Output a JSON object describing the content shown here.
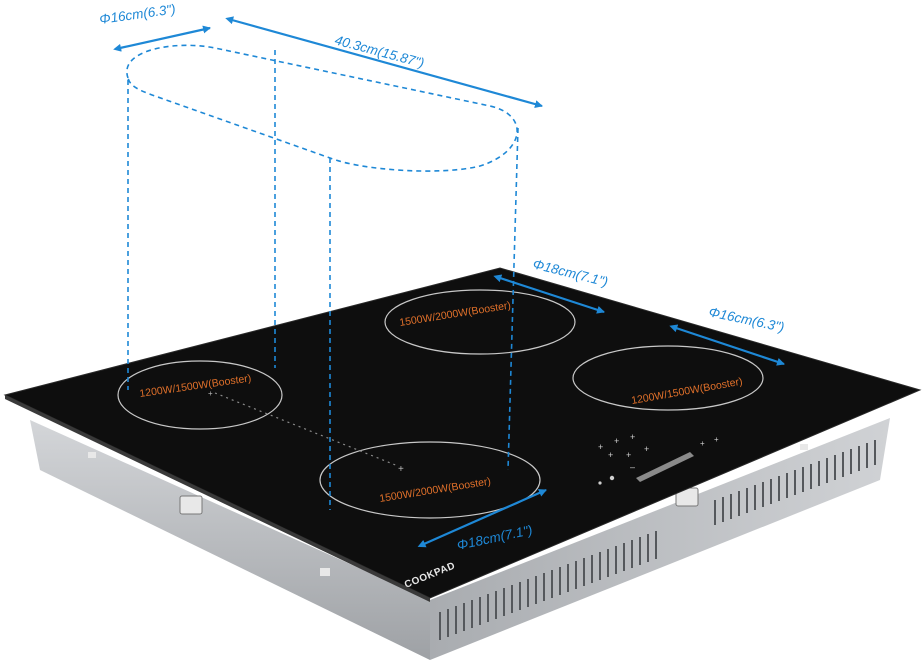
{
  "colors": {
    "dimension": "#1e88d6",
    "zone_label": "#e0702a",
    "glass": "#0e0e0e",
    "steel": "#b9bcc0",
    "zone_ring": "#c8c8c8"
  },
  "dimensions": {
    "bridge_diameter": "Φ16cm(6.3\")",
    "bridge_length": "40.3cm(15.87\")",
    "top_right_diameter": "Φ18cm(7.1\")",
    "right_diameter": "Φ16cm(6.3\")",
    "front_diameter": "Φ18cm(7.1\")"
  },
  "zones": {
    "left": "1200W/1500W(Booster)",
    "top_center": "1500W/2000W(Booster)",
    "right": "1200W/1500W(Booster)",
    "front": "1500W/2000W(Booster)"
  },
  "brand": "COOKPAD",
  "icons": {
    "arrows": "double-headed-arrow-icon",
    "controls": "touch-control-icon"
  }
}
